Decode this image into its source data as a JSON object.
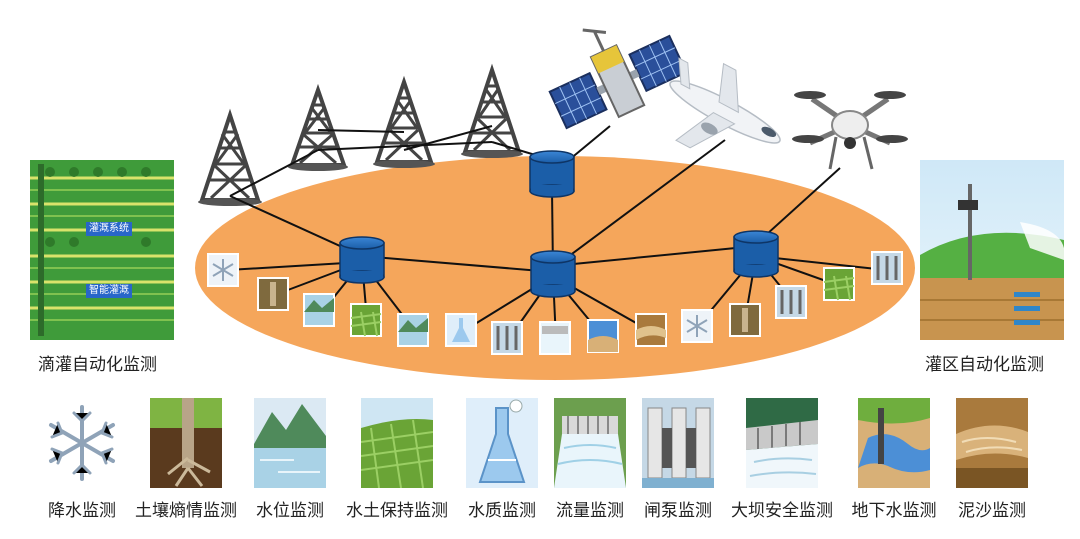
{
  "left_panel": {
    "label": "滴灌自动化监测",
    "sign_top": "灌溉系统",
    "sign_bottom": "智能灌溉",
    "icon": "drip-irrigation-field-image"
  },
  "right_panel": {
    "label": "灌区自动化监测",
    "icon": "irrigation-district-station-image"
  },
  "categories": [
    {
      "label": "降水监测",
      "icon": "snowflake-icon"
    },
    {
      "label": "土壤熵情监测",
      "icon": "soil-tree-root-icon"
    },
    {
      "label": "水位监测",
      "icon": "lake-mountain-icon"
    },
    {
      "label": "水土保持监测",
      "icon": "terraced-slope-icon"
    },
    {
      "label": "水质监测",
      "icon": "water-sample-flask-icon"
    },
    {
      "label": "流量监测",
      "icon": "spillway-flow-icon"
    },
    {
      "label": "闸泵监测",
      "icon": "sluice-gate-icon"
    },
    {
      "label": "大坝安全监测",
      "icon": "dam-icon"
    },
    {
      "label": "地下水监测",
      "icon": "groundwater-well-icon"
    },
    {
      "label": "泥沙监测",
      "icon": "sediment-river-icon"
    }
  ],
  "colors": {
    "ellipse": "#f5a65b",
    "database": "#1b5ea8",
    "tower": "#444444",
    "line": "#111111"
  },
  "network_icons": [
    "communication-tower-icon",
    "satellite-icon",
    "airplane-icon",
    "drone-icon",
    "database-icon"
  ]
}
